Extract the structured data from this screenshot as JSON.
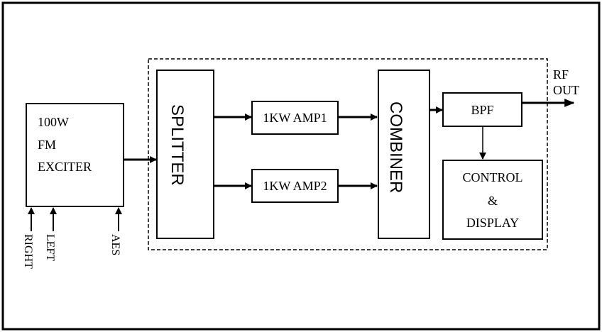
{
  "exciter": {
    "line1": "100W",
    "line2": "FM",
    "line3": "EXCITER"
  },
  "inputs": {
    "right": "RIGHT",
    "left": "LEFT",
    "aes": "AES"
  },
  "splitter": "SPLITTER",
  "amp1": "1KW AMP1",
  "amp2": "1KW AMP2",
  "combiner": "COMBINER",
  "bpf": "BPF",
  "control": {
    "line1": "CONTROL",
    "line2": "&",
    "line3": "DISPLAY"
  },
  "rf_out": {
    "line1": "RF",
    "line2": "OUT"
  }
}
